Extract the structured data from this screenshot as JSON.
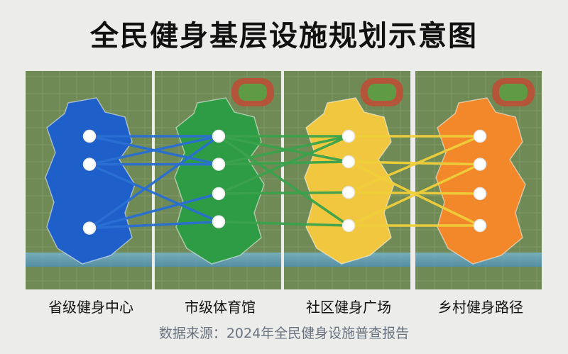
{
  "title": "全民健身基层设施规划示意图",
  "panels": [
    {
      "label": "省级健身中心",
      "color": "#1f5fc9",
      "line_color": "#2a6fd3",
      "nodes": [
        0.0,
        0.22,
        0.72
      ]
    },
    {
      "label": "市级体育馆",
      "color": "#2e9b45",
      "line_color": "#3aa34c",
      "nodes": [
        0.0,
        0.22,
        0.45,
        0.67
      ]
    },
    {
      "label": "社区健身广场",
      "color": "#f2c740",
      "line_color": "#f0cf3a",
      "nodes": [
        0.0,
        0.2,
        0.44,
        0.7
      ]
    },
    {
      "label": "乡村健身路径",
      "color": "#f2882a",
      "line_color": "#f07f22",
      "nodes": [
        0.0,
        0.22,
        0.45,
        0.7
      ]
    }
  ],
  "links": [
    {
      "from": [
        0,
        0
      ],
      "to": [
        1,
        0
      ]
    },
    {
      "from": [
        0,
        0
      ],
      "to": [
        1,
        1
      ]
    },
    {
      "from": [
        0,
        1
      ],
      "to": [
        1,
        0
      ]
    },
    {
      "from": [
        0,
        1
      ],
      "to": [
        1,
        1
      ]
    },
    {
      "from": [
        0,
        1
      ],
      "to": [
        1,
        3
      ]
    },
    {
      "from": [
        0,
        2
      ],
      "to": [
        1,
        0
      ]
    },
    {
      "from": [
        0,
        2
      ],
      "to": [
        1,
        2
      ]
    },
    {
      "from": [
        0,
        2
      ],
      "to": [
        1,
        3
      ]
    },
    {
      "from": [
        1,
        0
      ],
      "to": [
        2,
        0
      ]
    },
    {
      "from": [
        1,
        0
      ],
      "to": [
        2,
        1
      ]
    },
    {
      "from": [
        1,
        0
      ],
      "to": [
        2,
        3
      ]
    },
    {
      "from": [
        1,
        1
      ],
      "to": [
        2,
        1
      ]
    },
    {
      "from": [
        1,
        1
      ],
      "to": [
        2,
        0
      ]
    },
    {
      "from": [
        1,
        2
      ],
      "to": [
        2,
        2
      ]
    },
    {
      "from": [
        1,
        2
      ],
      "to": [
        2,
        0
      ]
    },
    {
      "from": [
        1,
        3
      ],
      "to": [
        2,
        3
      ]
    },
    {
      "from": [
        2,
        0
      ],
      "to": [
        3,
        0
      ]
    },
    {
      "from": [
        2,
        1
      ],
      "to": [
        3,
        1
      ]
    },
    {
      "from": [
        2,
        1
      ],
      "to": [
        3,
        3
      ]
    },
    {
      "from": [
        2,
        2
      ],
      "to": [
        3,
        0
      ]
    },
    {
      "from": [
        2,
        2
      ],
      "to": [
        3,
        2
      ]
    },
    {
      "from": [
        2,
        3
      ],
      "to": [
        3,
        1
      ]
    },
    {
      "from": [
        2,
        3
      ],
      "to": [
        3,
        3
      ]
    }
  ],
  "source_text": "数据来源：2024年全民健身设施普查报告"
}
